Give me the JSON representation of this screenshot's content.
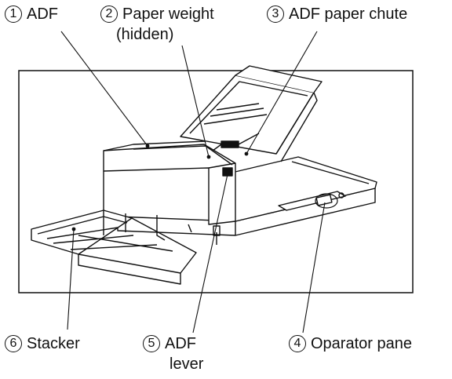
{
  "figure": {
    "callouts": [
      {
        "number": "1",
        "text": "ADF"
      },
      {
        "number": "2",
        "text": "Paper weight",
        "subtext": "(hidden)"
      },
      {
        "number": "3",
        "text": "ADF paper chute"
      },
      {
        "number": "4",
        "text": "Oparator pane"
      },
      {
        "number": "5",
        "text": "ADF",
        "subtext": "lever"
      },
      {
        "number": "6",
        "text": "Stacker"
      }
    ]
  },
  "colors": {
    "line": "#111111",
    "background": "#ffffff"
  },
  "icons": {
    "device": "scanner-illustration"
  }
}
